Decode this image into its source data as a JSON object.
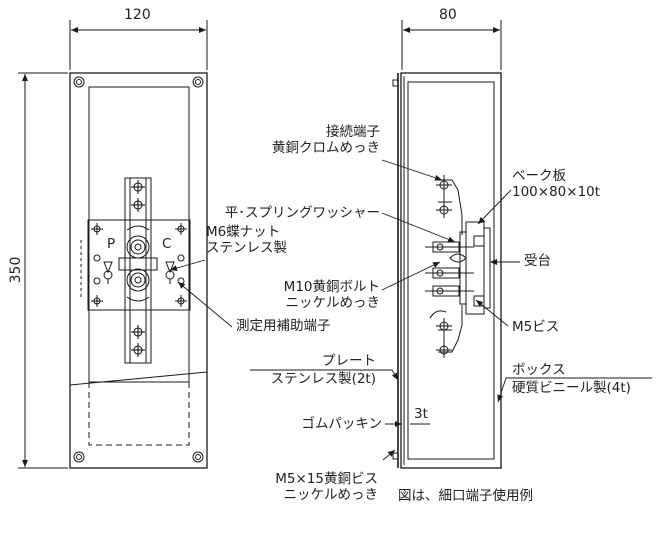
{
  "dimensions": {
    "width_front": "120",
    "depth_side": "80",
    "height": "350",
    "gasket": "3t"
  },
  "front_marks": {
    "p": "P",
    "c": "C"
  },
  "labels": {
    "connection_terminal": [
      "接続端子",
      "黄銅クロムめっき"
    ],
    "bake_board": [
      "ベーク板",
      "100×80×10t"
    ],
    "washer": "平･スプリングワッシャー",
    "wing_nut": [
      "M6蝶ナット",
      "ステンレス製"
    ],
    "base": "受台",
    "bolt": [
      "M10黄銅ボルト",
      "ニッケルめっき"
    ],
    "m5_screw": "M5ビス",
    "measure_terminal": "測定用補助端子",
    "plate": [
      "プレート",
      "ステンレス製(2t)"
    ],
    "box": [
      "ボックス",
      "硬質ビニール製(4t)"
    ],
    "rubber_packing": "ゴムパッキン",
    "m5x15_screw": [
      "M5×15黄銅ビス",
      "ニッケルめっき"
    ]
  },
  "note": "図は、細口端子使用例",
  "colors": {
    "line": "#1a1a1a",
    "text": "#222222",
    "background": "#ffffff"
  }
}
